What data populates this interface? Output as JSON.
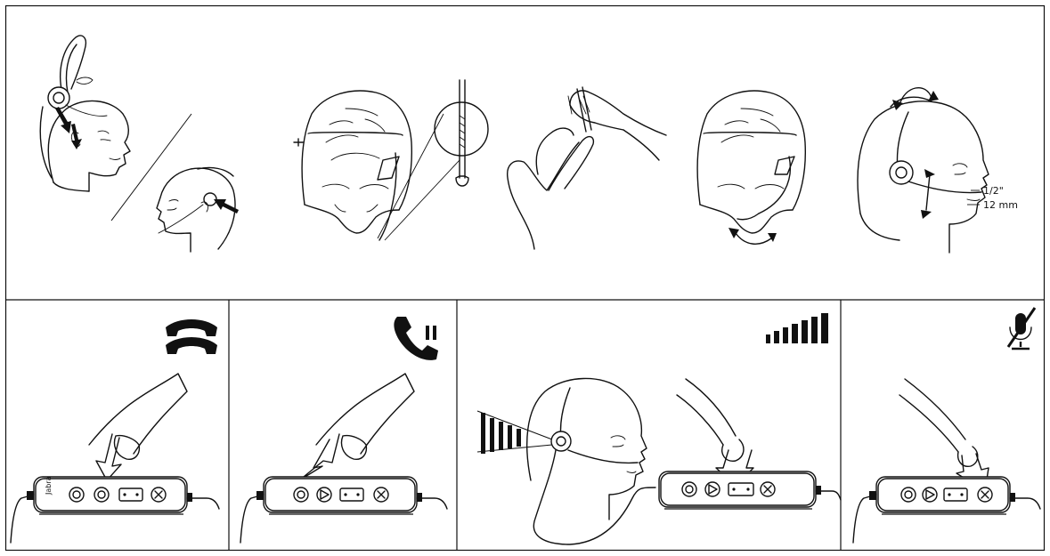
{
  "measurements": {
    "inch": "1/2\"",
    "mm": "12 mm"
  },
  "icons": {
    "answer_end": "hook-handset-icon",
    "hold": "handset-pause-icon",
    "volume": "volume-bars-icon",
    "mute": "microphone-muted-icon"
  },
  "controller_brand": "Jabra",
  "colors": {
    "ink": "#111111",
    "background": "#ffffff"
  }
}
